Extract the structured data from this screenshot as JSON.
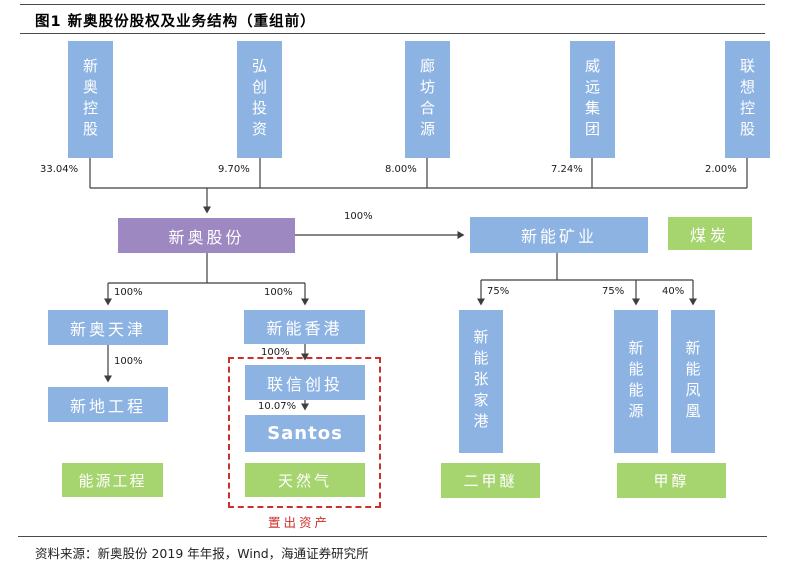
{
  "header": {
    "title": "图1  新奥股份股权及业务结构（重组前）"
  },
  "footer": {
    "source": "资料来源：新奥股份 2019 年年报，Wind，海通证券研究所"
  },
  "colors": {
    "blue_node": "#8db3e2",
    "purple_node": "#9e88c2",
    "green_node": "#a6d46f",
    "divest_red": "#cd2f2a",
    "line": "#3f3f3f"
  },
  "diagram": {
    "shareholders": [
      {
        "name": "新奥控股",
        "stake": "33.04%"
      },
      {
        "name": "弘创投资",
        "stake": "9.70%"
      },
      {
        "name": "廊坊合源",
        "stake": "8.00%"
      },
      {
        "name": "威远集团",
        "stake": "7.24%"
      },
      {
        "name": "联想控股",
        "stake": "2.00%"
      }
    ],
    "parent": {
      "name": "新奥股份"
    },
    "coal_branch": {
      "stake": "100%",
      "company": "新能矿业",
      "business": "煤炭",
      "subsidiaries": [
        {
          "name": "新能张家港",
          "stake": "75%"
        },
        {
          "name": "新能能源",
          "stake": "75%"
        },
        {
          "name": "新能凤凰",
          "stake": "40%"
        }
      ],
      "businesses": [
        {
          "name": "二甲醚"
        },
        {
          "name": "甲醇"
        }
      ]
    },
    "engineering_branch": {
      "stake": "100%",
      "company": "新奥天津",
      "sub_stake": "100%",
      "subsidiary": "新地工程",
      "business": "能源工程"
    },
    "gas_branch": {
      "stake": "100%",
      "company": "新能香港",
      "lianxin_stake": "100%",
      "lianxin": "联信创投",
      "santos_stake": "10.07%",
      "santos": "Santos",
      "business": "天然气",
      "divested_label": "置出资产"
    }
  }
}
